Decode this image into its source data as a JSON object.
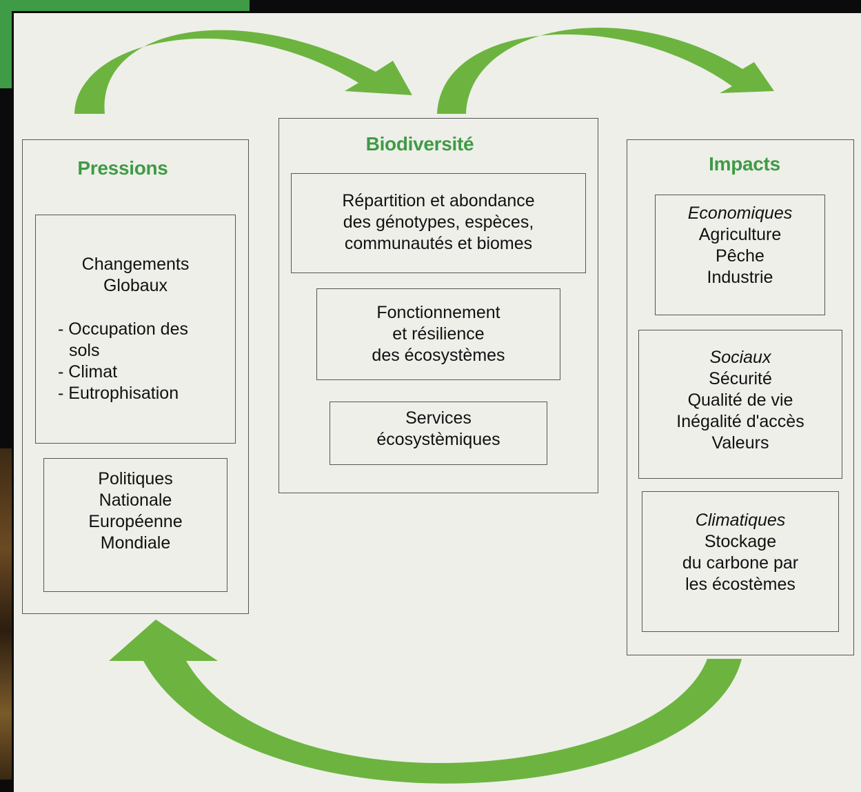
{
  "diagram": {
    "arrow_color": "#6cb43f",
    "title_color": "#3f9b45",
    "pressions": {
      "title": "Pressions",
      "changements": {
        "title_lines": [
          "Changements",
          "Globaux"
        ],
        "items": [
          "- Occupation des",
          "sols",
          "- Climat",
          "- Eutrophisation"
        ]
      },
      "politiques": [
        "Politiques",
        "Nationale",
        "Européenne",
        "Mondiale"
      ]
    },
    "biodiversite": {
      "title": "Biodiversité",
      "boxes": [
        [
          "Répartition et abondance",
          "des génotypes, espèces,",
          "communautés et biomes"
        ],
        [
          "Fonctionnement",
          "et résilience",
          "des écosystèmes"
        ],
        [
          "Services",
          "écosystèmiques"
        ]
      ]
    },
    "impacts": {
      "title": "Impacts",
      "economiques": {
        "heading": "Economiques",
        "lines": [
          "Agriculture",
          "Pêche",
          "Industrie"
        ]
      },
      "sociaux": {
        "heading": "Sociaux",
        "lines": [
          "Sécurité",
          "Qualité de vie",
          "Inégalité d'accès",
          "Valeurs"
        ]
      },
      "climatiques": {
        "heading": "Climatiques",
        "lines": [
          "Stockage",
          "du carbone par",
          "les écostèmes"
        ]
      }
    }
  }
}
